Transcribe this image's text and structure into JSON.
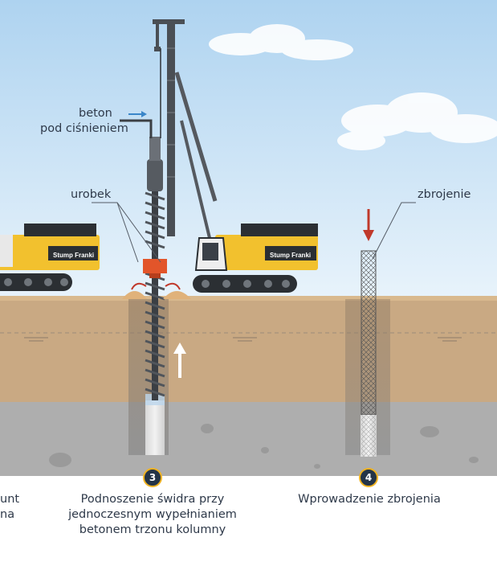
{
  "labels": {
    "beton_line1": "beton",
    "beton_line2": "pod ciśnieniem",
    "urobek": "urobek",
    "zbrojenie": "zbrojenie",
    "brand": "Stump Franki"
  },
  "steps": [
    {
      "number": "3",
      "caption_lines": [
        "Podnoszenie świdra przy",
        "jednoczesnym wypełnianiem",
        "betonem trzonu kolumny"
      ]
    },
    {
      "number": "4",
      "caption_lines": [
        "Wprowadzenie zbrojenia"
      ]
    }
  ],
  "cut_caption_lines": [
    "unt",
    "na"
  ],
  "colors": {
    "sky": "#dcecf8",
    "soil_top": "#c9a983",
    "soil_deep": "#aeaeae",
    "rig_yellow": "#f2c12e",
    "rig_dark": "#2b2f33",
    "arrow_blue": "#3a86c8",
    "arrow_red": "#c0392b",
    "badge_ring": "#f0b323",
    "badge_fill": "#243447"
  }
}
